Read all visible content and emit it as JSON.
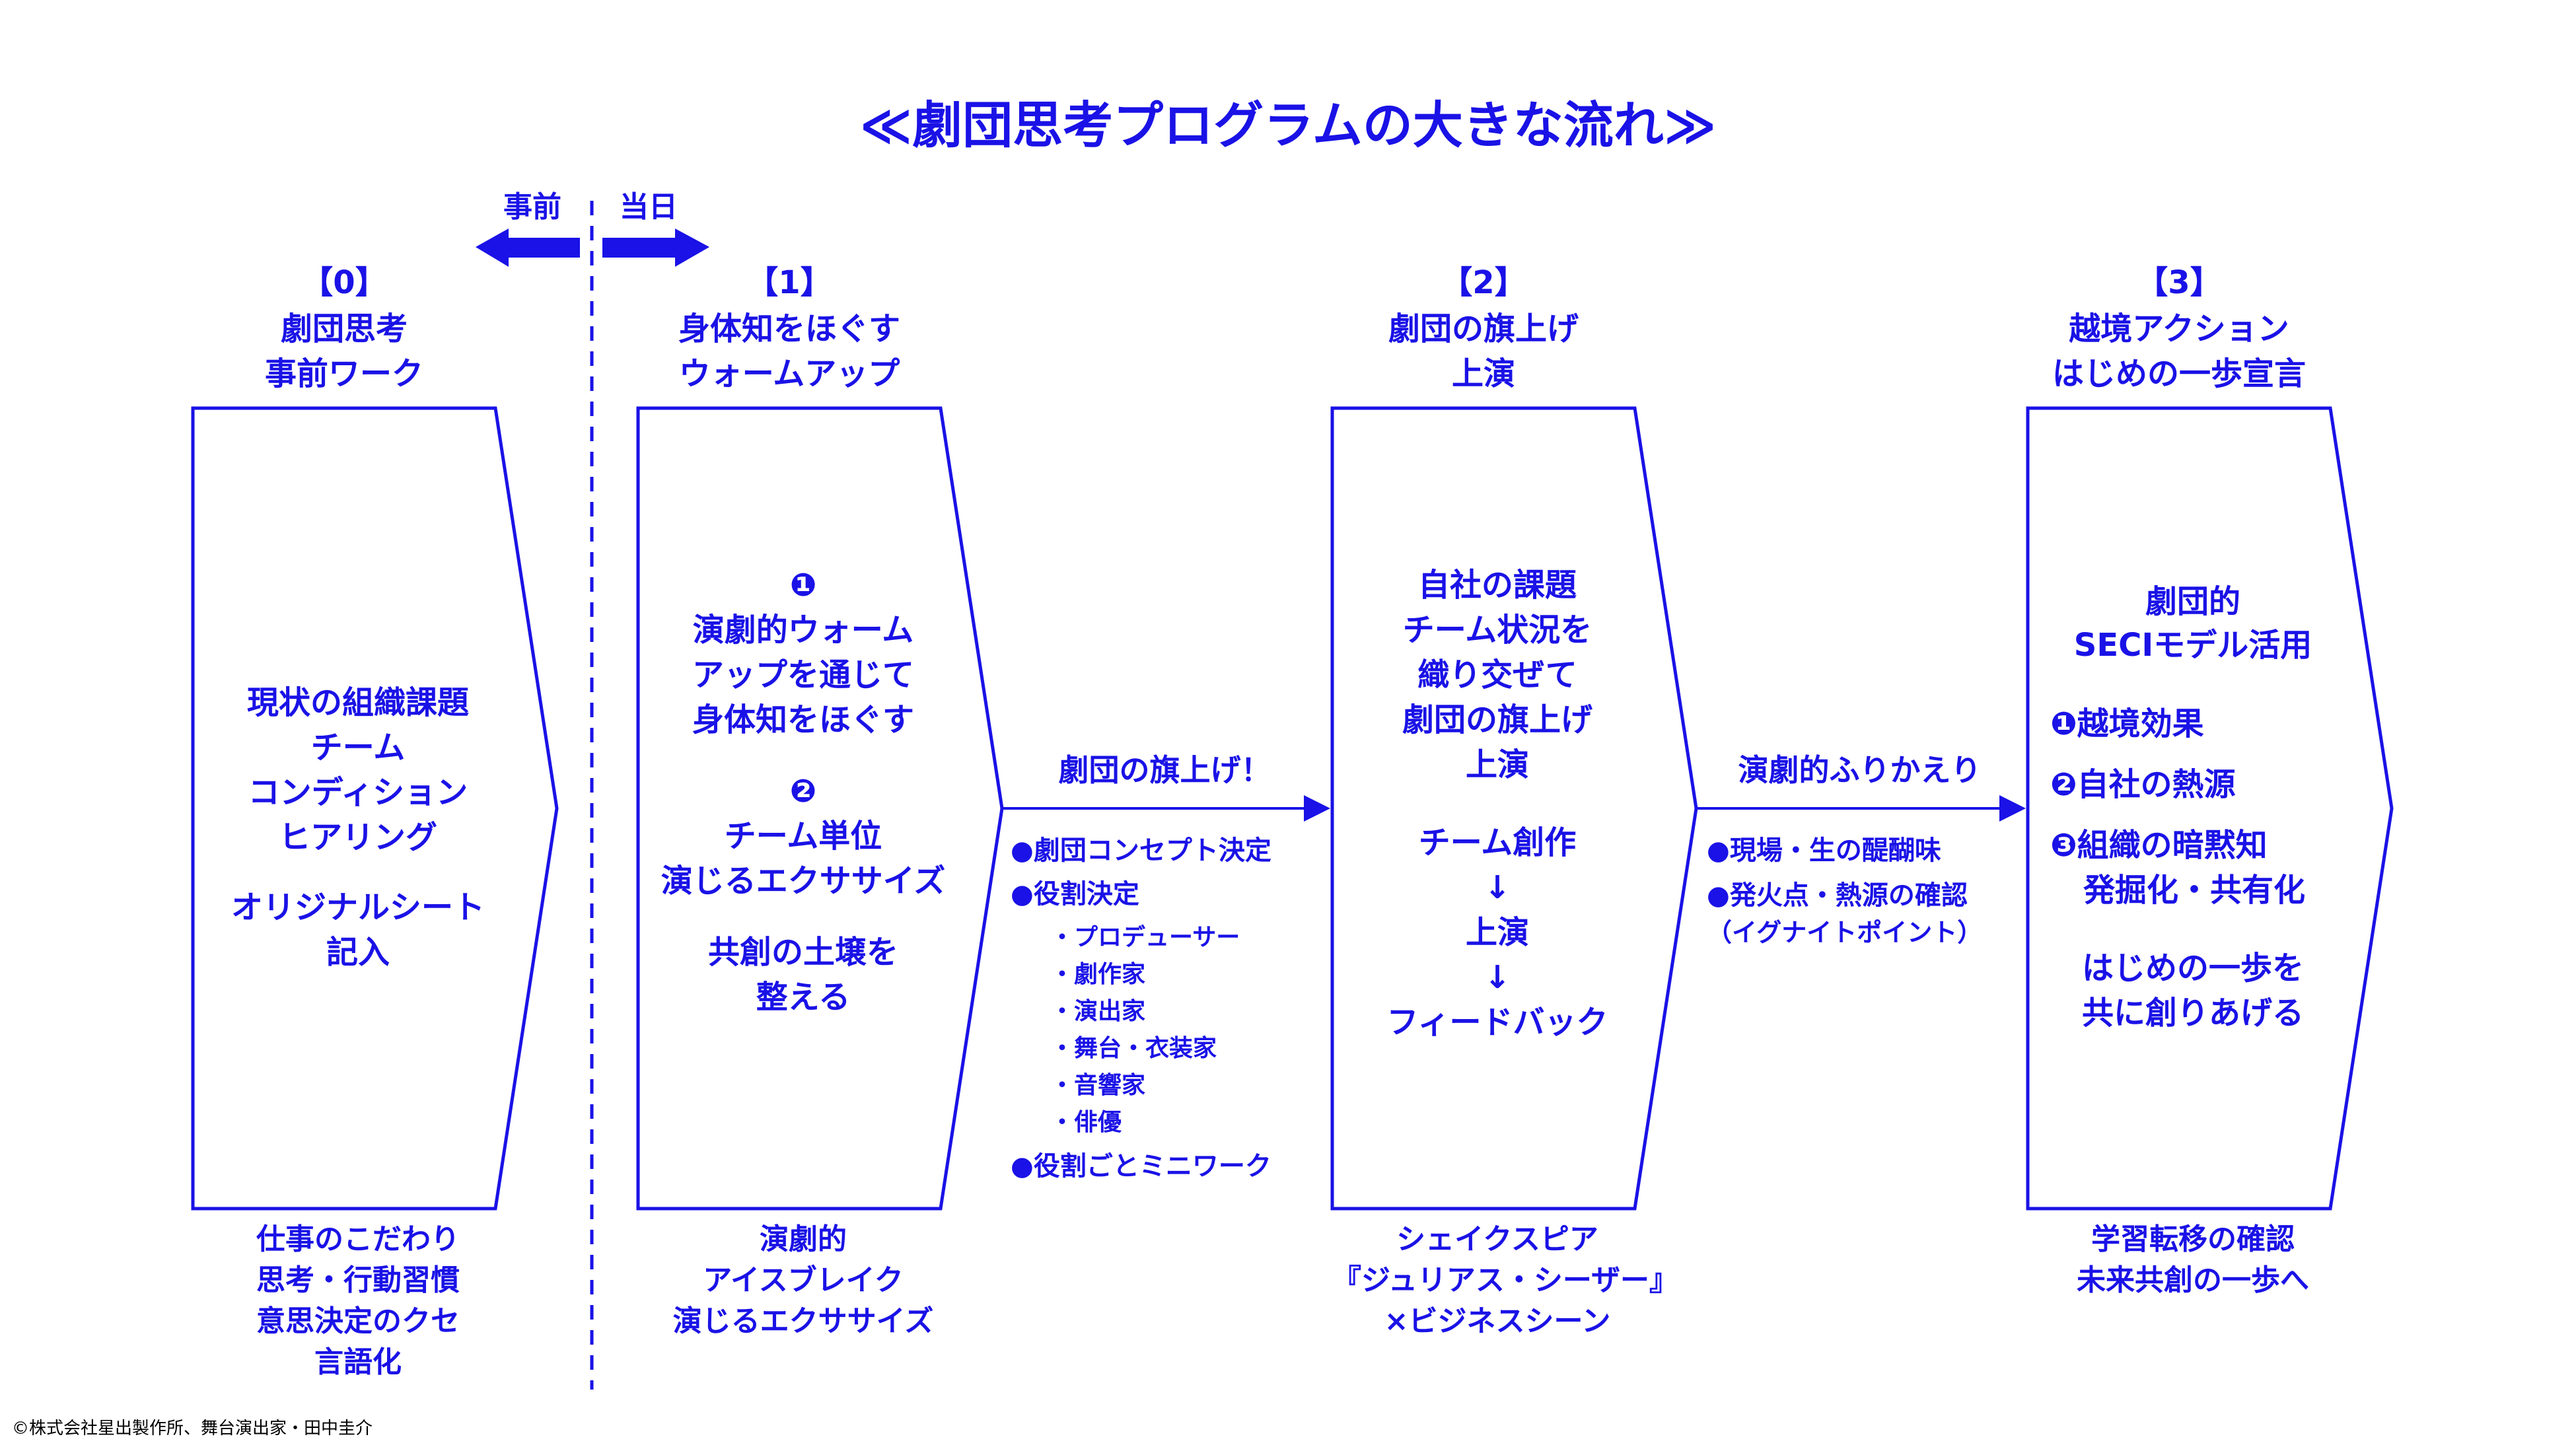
{
  "title": "≪劇団思考プログラムの大きな流れ≫",
  "timeline": {
    "before": "事前",
    "day_of": "当日"
  },
  "phases": [
    {
      "number": "【0】",
      "title": [
        "劇団思考",
        "事前ワーク"
      ],
      "body": [
        "現状の組織課題",
        "チーム",
        "コンディション",
        "ヒアリング",
        "",
        "オリジナルシート",
        "記入"
      ],
      "footer": [
        "仕事のこだわり",
        "思考・行動習慣",
        "意思決定のクセ",
        "言語化"
      ]
    },
    {
      "number": "【1】",
      "title": [
        "身体知をほぐす",
        "ウォームアップ"
      ],
      "body": [
        "❶",
        "演劇的ウォーム",
        "アップを通じて",
        "身体知をほぐす",
        "",
        "❷",
        "チーム単位",
        "演じるエクササイズ",
        "",
        "共創の土壌を",
        "整える"
      ],
      "footer": [
        "演劇的",
        "アイスブレイク",
        "演じるエクササイズ"
      ]
    },
    {
      "number": "【2】",
      "title": [
        "劇団の旗上げ",
        "上演"
      ],
      "body": [
        "自社の課題",
        "チーム状況を",
        "織り交ぜて",
        "劇団の旗上げ",
        "上演",
        "",
        "チーム創作",
        "↓",
        "上演",
        "↓",
        "フィードバック"
      ],
      "footer": [
        "シェイクスピア",
        "『ジュリアス・シーザー』",
        "×ビジネスシーン"
      ]
    },
    {
      "number": "【3】",
      "title": [
        "越境アクション",
        "はじめの一歩宣言"
      ],
      "body": [
        "劇団的",
        "SECIモデル活用",
        "",
        "❶越境効果",
        "❷自社の熱源",
        "❸組織の暗黙知",
        "発掘化・共有化",
        "",
        "はじめの一歩を",
        "共に創りあげる"
      ],
      "footer": [
        "学習転移の確認",
        "未来共創の一歩へ"
      ]
    }
  ],
  "transitions": [
    {
      "label": "劇団の旗上げ！",
      "items": [
        "●劇団コンセプト決定",
        "●役割決定",
        "・プロデューサー",
        "・劇作家",
        "・演出家",
        "・舞台・衣装家",
        "・音響家",
        "・俳優",
        "●役割ごとミニワーク"
      ]
    },
    {
      "label": "演劇的ふりかえり",
      "items": [
        "●現場・生の醍醐味",
        "●発火点・熱源の確認",
        "（イグナイトポイント）"
      ]
    }
  ],
  "credit": "©株式会社星出製作所、舞台演出家・田中圭介",
  "colors": {
    "accent": "#1a12e6",
    "background": "#ffffff"
  }
}
